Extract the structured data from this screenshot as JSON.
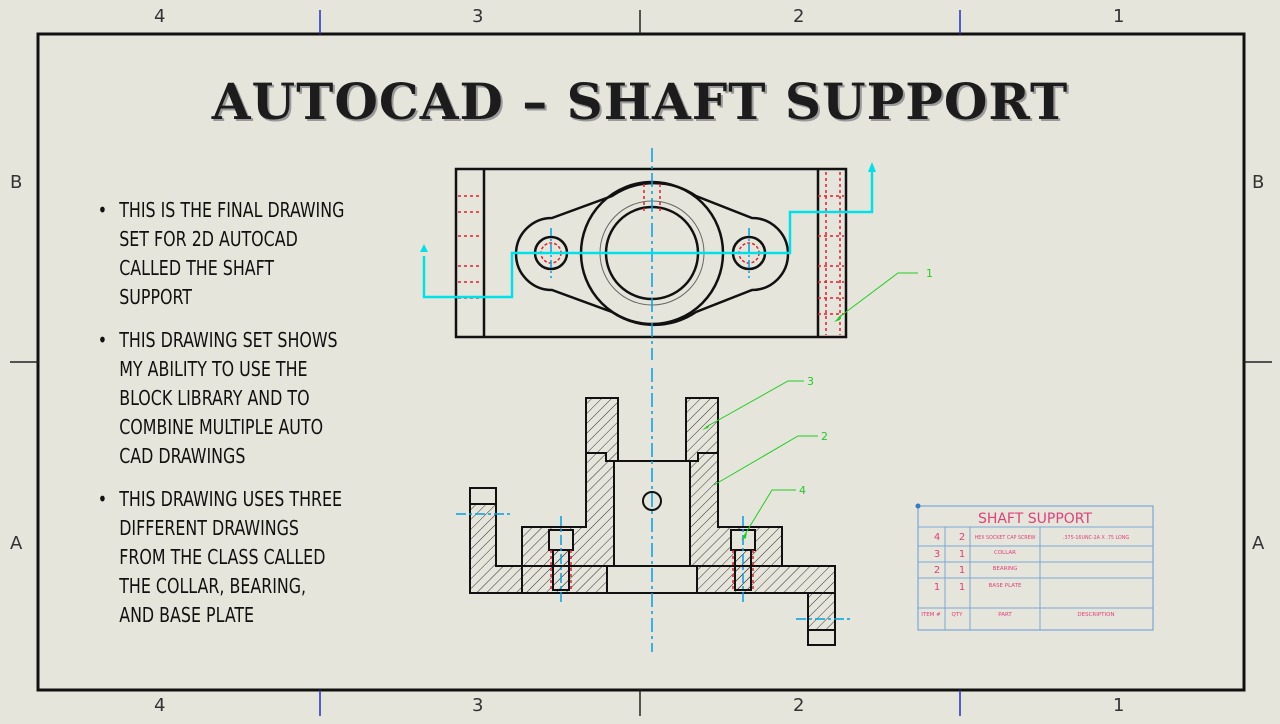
{
  "title": "AUTOCAD – SHAFT SUPPORT",
  "zones": {
    "columns": [
      "4",
      "3",
      "2",
      "1"
    ],
    "rows": [
      "B",
      "A"
    ]
  },
  "bullets": [
    "THIS IS THE FINAL DRAWING SET FOR 2D AUTOCAD CALLED THE SHAFT SUPPORT",
    "THIS DRAWING SET SHOWS MY ABILITY TO USE THE BLOCK LIBRARY AND TO COMBINE MULTIPLE AUTO CAD DRAWINGS",
    "THIS DRAWING USES THREE DIFFERENT DRAWINGS FROM THE CLASS CALLED THE COLLAR, BEARING, AND BASE PLATE"
  ],
  "balloons": [
    "1",
    "3",
    "2",
    "4"
  ],
  "bom": {
    "title": "SHAFT SUPPORT",
    "rows": [
      {
        "item": "4",
        "qty": "2",
        "part": "HEX SOCKET CAP SCREW",
        "description": ".375-16UNC-2A X .75 LONG"
      },
      {
        "item": "3",
        "qty": "1",
        "part": "COLLAR",
        "description": ""
      },
      {
        "item": "2",
        "qty": "1",
        "part": "BEARING",
        "description": ""
      },
      {
        "item": "1",
        "qty": "1",
        "part": "BASE PLATE",
        "description": ""
      }
    ],
    "headers": {
      "item": "ITEM #",
      "qty": "QTY",
      "part": "PART",
      "description": "DESCRIPTION"
    }
  },
  "colors": {
    "background": "#e6e5dc",
    "outline": "#111111",
    "centerline": "#00a0e0",
    "hidden": "#e0202a",
    "leader": "#22cc22",
    "table_line": "#7aa6d6",
    "table_text": "#e0407a"
  }
}
